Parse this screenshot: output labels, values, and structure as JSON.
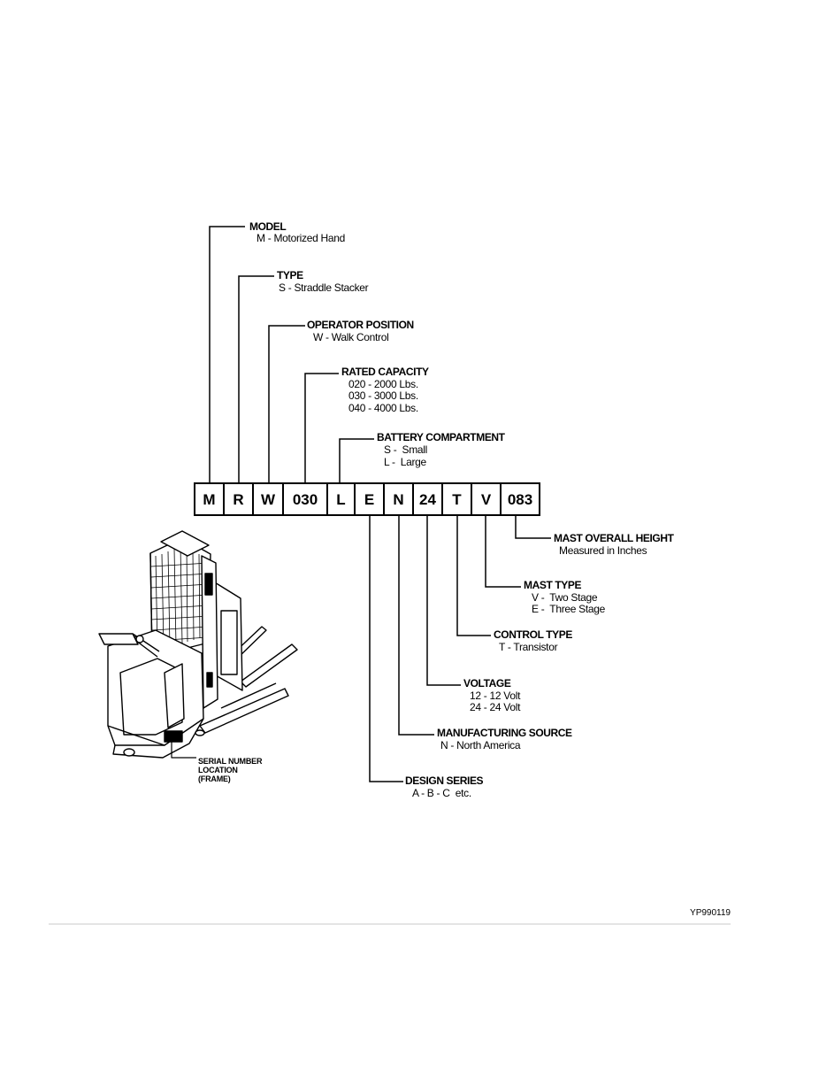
{
  "code_boxes": [
    "M",
    "R",
    "W",
    "030",
    "L",
    "E",
    "N",
    "24",
    "T",
    "V",
    "083"
  ],
  "fields_top": [
    {
      "title": "MODEL",
      "lines": [
        "M - Motorized Hand"
      ]
    },
    {
      "title": "TYPE",
      "lines": [
        "S - Straddle Stacker"
      ]
    },
    {
      "title": "OPERATOR POSITION",
      "lines": [
        "W - Walk Control"
      ]
    },
    {
      "title": "RATED CAPACITY",
      "lines": [
        "020 - 2000 Lbs.",
        "030 - 3000 Lbs.",
        "040 - 4000 Lbs."
      ]
    },
    {
      "title": "BATTERY COMPARTMENT",
      "lines": [
        "S -  Small",
        "L -  Large"
      ]
    }
  ],
  "fields_bottom": [
    {
      "title": "MAST OVERALL HEIGHT",
      "lines": [
        "Measured in Inches"
      ]
    },
    {
      "title": "MAST TYPE",
      "lines": [
        "V -  Two Stage",
        "E -  Three Stage"
      ]
    },
    {
      "title": "CONTROL TYPE",
      "lines": [
        "T - Transistor"
      ]
    },
    {
      "title": "VOLTAGE",
      "lines": [
        "12 - 12 Volt",
        "24 - 24 Volt"
      ]
    },
    {
      "title": "MANUFACTURING SOURCE",
      "lines": [
        "N - North America"
      ]
    },
    {
      "title": "DESIGN SERIES",
      "lines": [
        "A - B - C  etc."
      ]
    }
  ],
  "serial_label": [
    "SERIAL NUMBER",
    "LOCATION",
    "(FRAME)"
  ],
  "figure_ref": "YP990119"
}
